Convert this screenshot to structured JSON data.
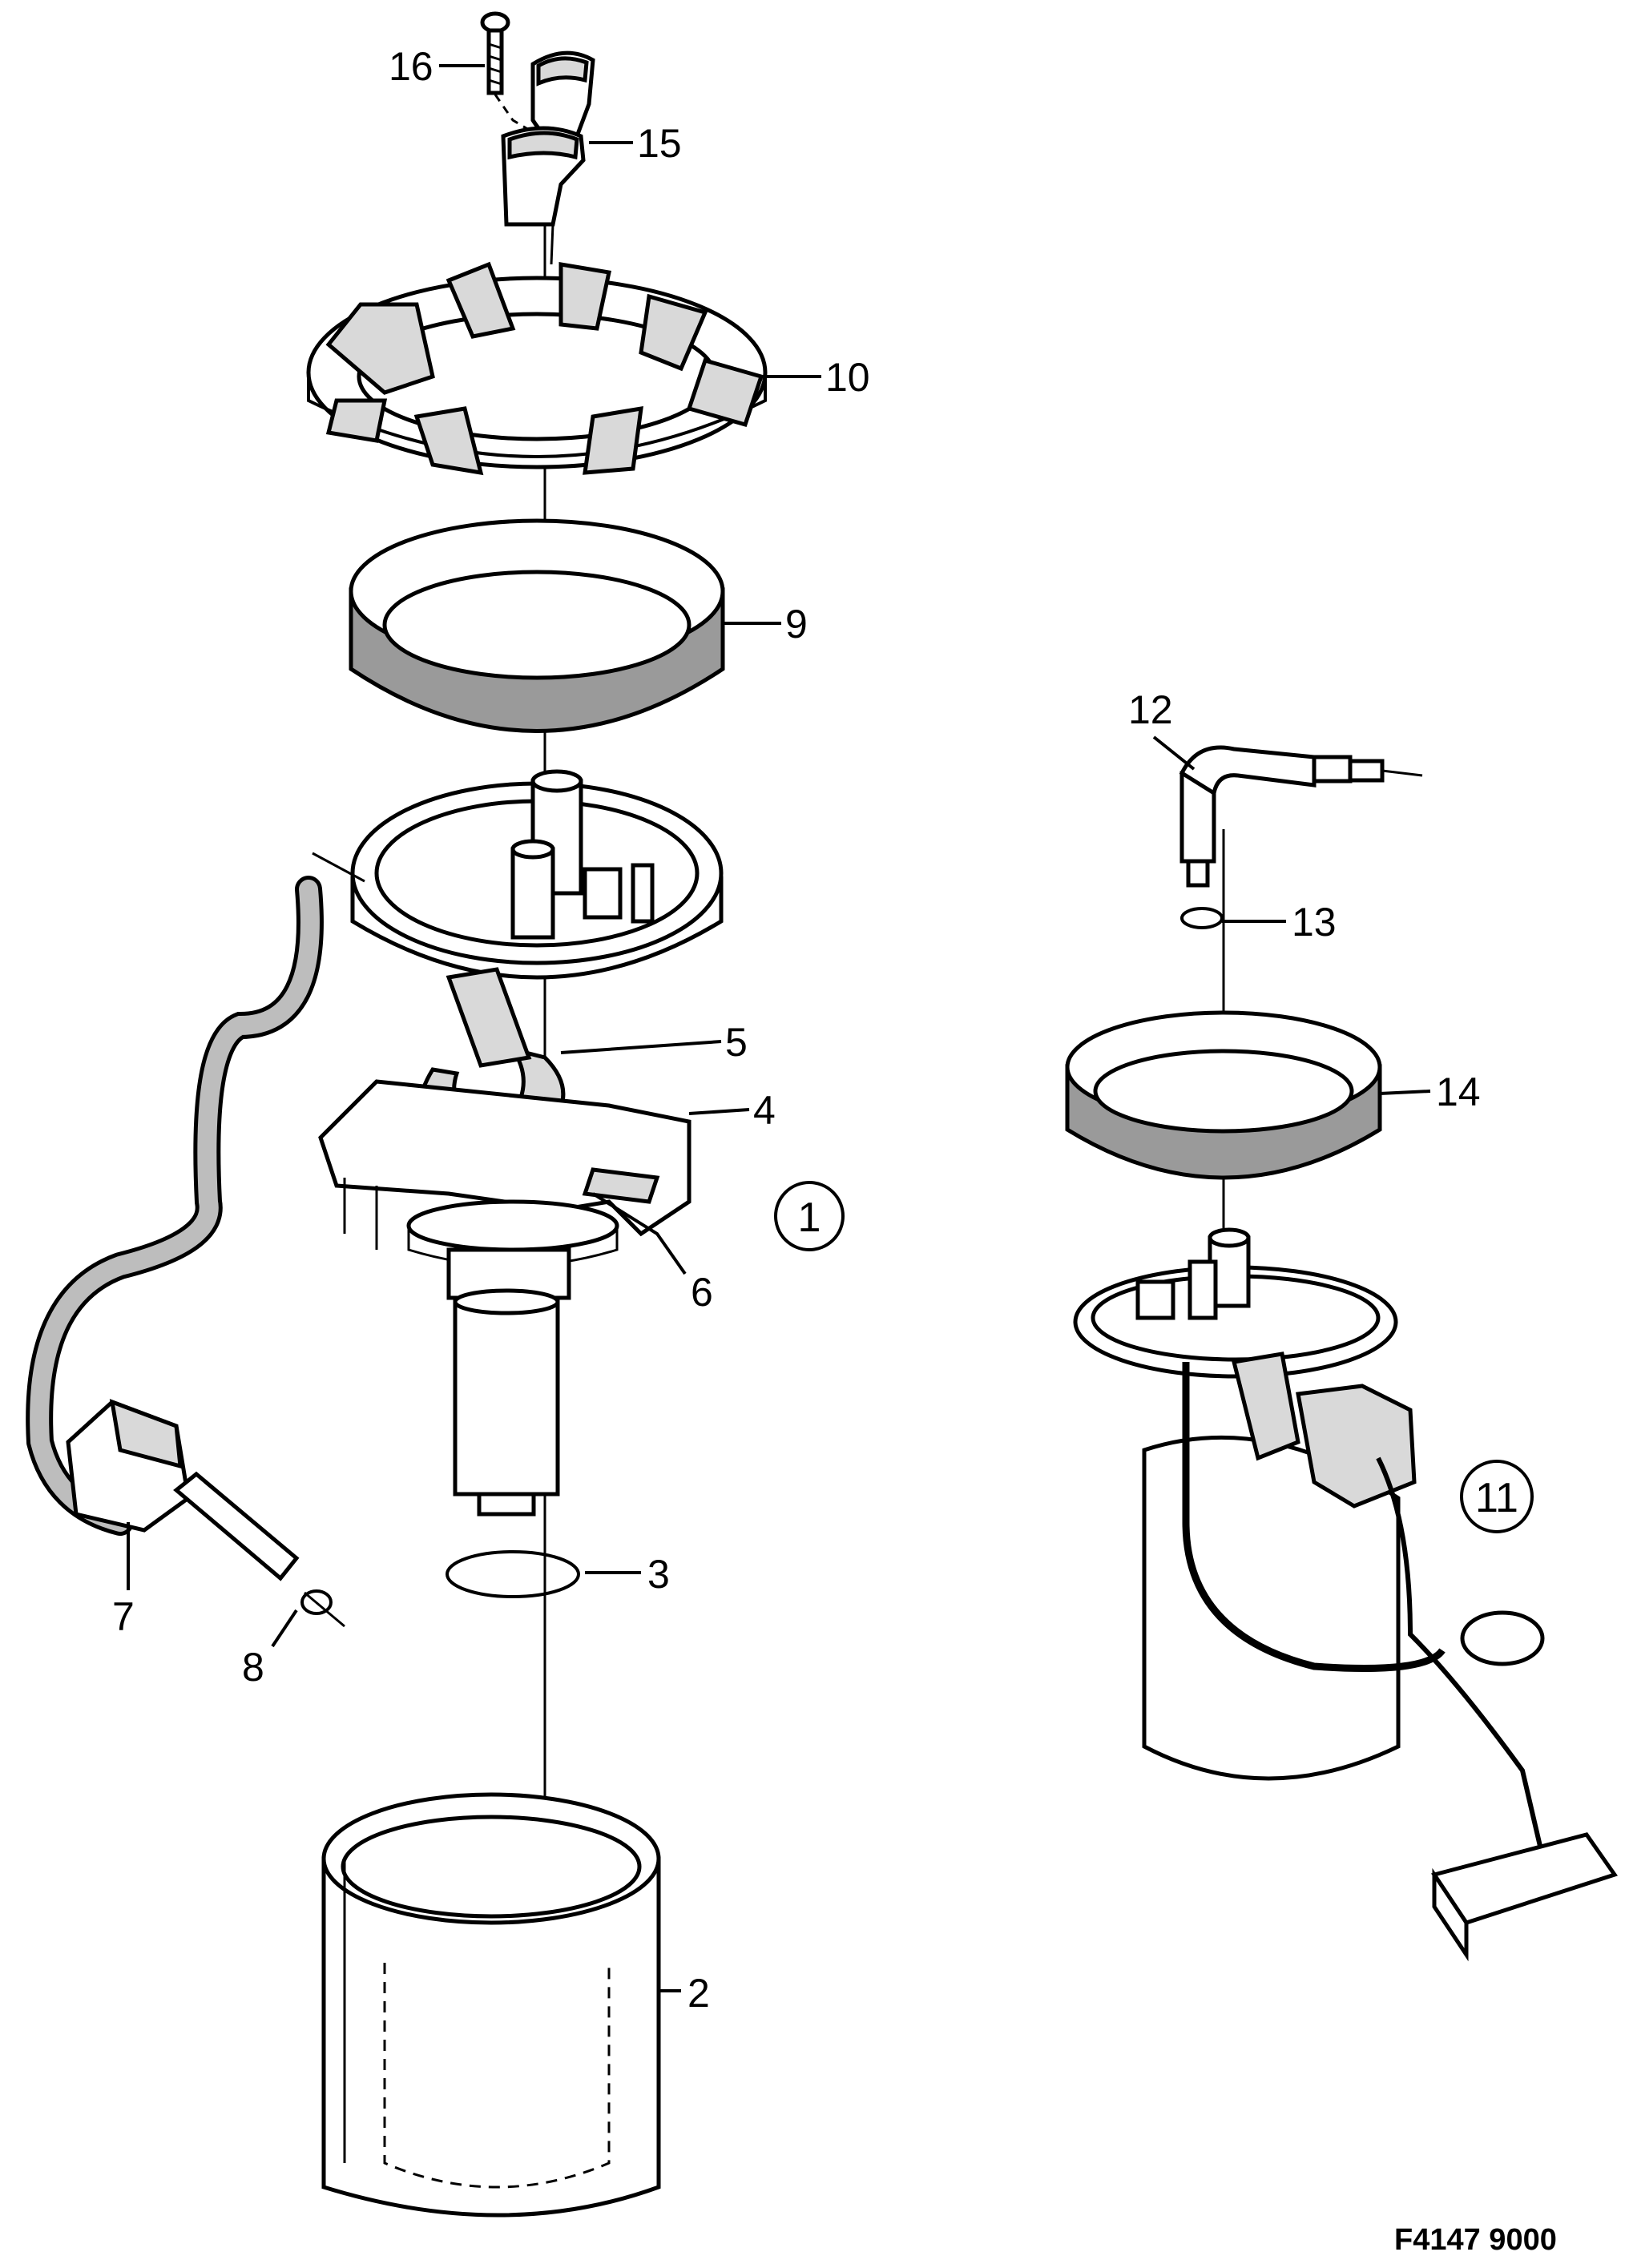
{
  "diagram": {
    "reference_code": "F4147 9000",
    "assemblies": [
      {
        "id": "assembly-1",
        "label": "1"
      },
      {
        "id": "assembly-11",
        "label": "11"
      }
    ],
    "parts": [
      {
        "num": "2"
      },
      {
        "num": "3"
      },
      {
        "num": "4"
      },
      {
        "num": "5"
      },
      {
        "num": "6"
      },
      {
        "num": "7"
      },
      {
        "num": "8"
      },
      {
        "num": "9"
      },
      {
        "num": "10"
      },
      {
        "num": "12"
      },
      {
        "num": "13"
      },
      {
        "num": "14"
      },
      {
        "num": "15"
      },
      {
        "num": "16"
      }
    ]
  }
}
